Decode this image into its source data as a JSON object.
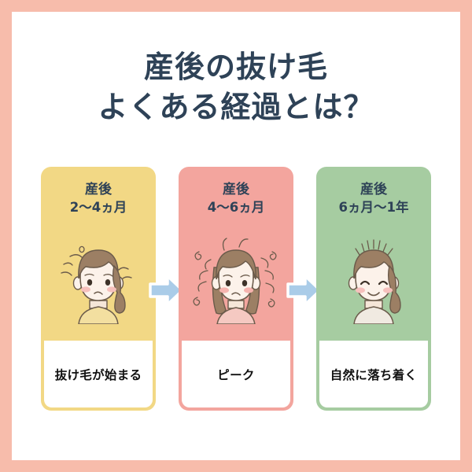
{
  "theme": {
    "border_color": "#F7BCAB",
    "background": "#FFFFFF",
    "title_color": "#2E4257",
    "arrow_color": "#AACCE8",
    "footer_text_color": "#111111"
  },
  "title": {
    "line1": "産後の抜け毛",
    "line2": "よくある経過とは？"
  },
  "timeline": {
    "arrow_icon": "arrow-right-icon",
    "cards": [
      {
        "id": "stage-1",
        "color": "#F2D885",
        "header_line1": "産後",
        "header_line2": "2〜4ヵ月",
        "illustration": "worried-woman-sweat-icon",
        "footer": "抜け毛が始まる"
      },
      {
        "id": "stage-2",
        "color": "#F3A59E",
        "header_line1": "産後",
        "header_line2": "4〜6ヵ月",
        "illustration": "frizzy-hair-woman-icon",
        "footer": "ピーク"
      },
      {
        "id": "stage-3",
        "color": "#A6CCA1",
        "header_line1": "産後",
        "header_line2": "6ヵ月〜1年",
        "illustration": "smiling-woman-new-hair-icon",
        "footer": "自然に落ち着く"
      }
    ]
  }
}
